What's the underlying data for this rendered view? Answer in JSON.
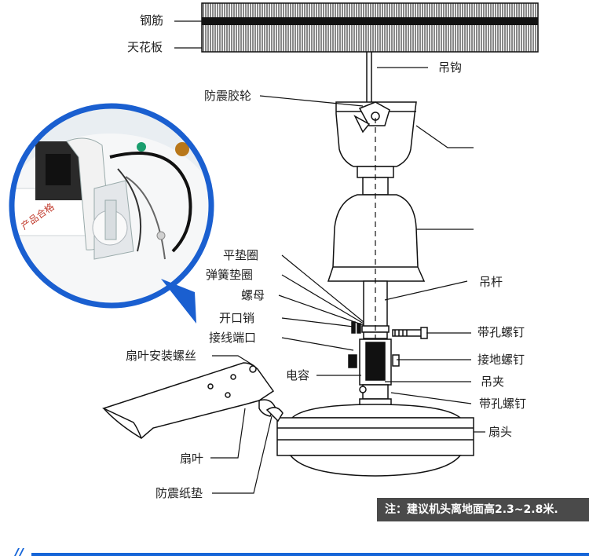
{
  "labels": {
    "rebar": "钢筋",
    "ceiling": "天花板",
    "hook": "吊钩",
    "rubber_wheel": "防震胶轮",
    "flat_washer": "平垫圈",
    "spring_washer": "弹簧垫圈",
    "nut": "螺母",
    "cotter_pin": "开口销",
    "terminal": "接线端口",
    "blade_screw": "扇叶安装螺丝",
    "capacitor": "电容",
    "blade": "扇叶",
    "paper_pad": "防震纸垫",
    "rod": "吊杆",
    "hole_screw_top": "带孔螺钉",
    "ground_screw": "接地螺钉",
    "clamp": "吊夹",
    "hole_screw_bottom": "带孔螺钉",
    "fan_head": "扇头"
  },
  "note": "注：建议机头离地面高2.3~2.8米.",
  "colors": {
    "line": "#1a1a1a",
    "note_bg": "#4a4a4a",
    "accent_blue": "#1565d8",
    "zoom_blue": "#1a5fd0"
  }
}
